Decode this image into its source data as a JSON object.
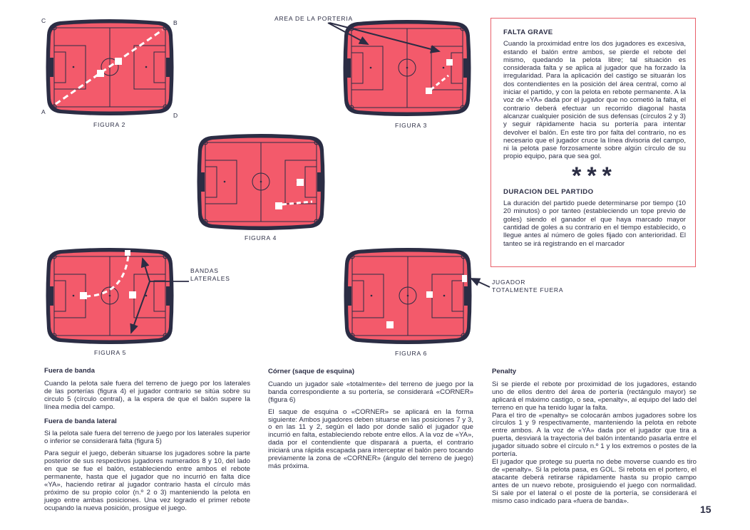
{
  "figures": {
    "fig2": {
      "caption": "FIGURA 2",
      "corners": {
        "a": "A",
        "b": "B",
        "c": "C",
        "d": "D"
      }
    },
    "fig3": {
      "caption": "FIGURA 3"
    },
    "fig4": {
      "caption": "FIGURA 4"
    },
    "fig5": {
      "caption": "FIGURA 5"
    },
    "fig6": {
      "caption": "FIGURA 6"
    }
  },
  "labels": {
    "area_porteria": "AREA DE LA PORTERIA",
    "bandas_1": "BANDAS",
    "bandas_2": "LATERALES",
    "jugador_1": "JUGADOR",
    "jugador_2": "TOTALMENTE FUERA"
  },
  "colors": {
    "field": "#f35a6b",
    "frame": "#2b2d44",
    "box_border": "#e8606a"
  },
  "box": {
    "falta_title": "FALTA GRAVE",
    "falta_text": "Cuando la proximidad entre los dos jugadores es excesiva, estando el balón entre ambos, se pierde el rebote del mismo, quedando la pelota libre; tal situación es considerada falta y se aplica al jugador que ha forzado la irregularidad. Para la aplicación del castigo se situarán los dos contendientes en la posición del área central, como al iniciar el partido, y con la pelota en rebote permanente. A la voz de «YA» dada por el jugador que no cometió la falta, el contrario deberá efectuar un recorrido diagonal hasta alcanzar cualquier posición de sus defensas (círculos 2 y 3) y seguir rápidamente hacia su portería para intentar devolver el balón. En este tiro por falta del contrario, no es necesario que el jugador cruce la línea divisoria del campo, ni la pelota pase forzosamente sobre algún círculo de su propio equipo, para que sea gol.",
    "separator": "***",
    "duracion_title": "DURACION DEL PARTIDO",
    "duracion_text": "La duración del partido puede determinarse por tiempo (10 20 minutos) o por tanteo (estableciendo un tope previo de goles) siendo el ganador el que haya marcado mayor cantidad de goles a su contrario en el tiempo establecido, o llegue antes al número de goles fijado con anterioridad. El tanteo se irá registrando en el marcador"
  },
  "col1": {
    "banda_title": "Fuera de banda",
    "banda_text": "Cuando la pelota sale fuera del terreno de juego por los laterales de las porterías (figura 4) el jugador contrario se sitúa sobre su circulo 5 (círculo central), a la espera de que el balón supere la línea media del campo.",
    "lateral_title": "Fuera de banda lateral",
    "lateral_text1": "Si la pelota sale fuera del terreno de juego por los laterales superior o inferior se considerará falta (figura 5)",
    "lateral_text2": "Para seguir el juego, deberán situarse los jugadores sobre la parte posterior de sus respectivos jugadores numerados 8 y 10, del lado en que se fue el balón, estableciendo entre ambos el rebote permanente, hasta que el jugador que no incurrió en falta dice «YA», haciendo retirar al jugador contrario hasta el círculo más próximo de su propio color (n.º 2 o 3) manteniendo la pelota en juego entre ambas posiciones. Una vez logrado el primer rebote ocupando la nueva posición, prosigue el juego."
  },
  "col2": {
    "corner_title": "Córner (saque de esquina)",
    "corner_text1": "Cuando un jugador sale «totalmente» del terreno de juego por la banda correspondiente a su portería, se considerará «CORNER» (figura 6)",
    "corner_text2": "El saque de esquina o «CORNER» se aplicará en la forma siguiente: Ambos jugadores deben situarse en las posiciones 7 y 3, o en las 11 y 2, según el lado por donde salió el jugador que incurrió en falta, estableciendo rebote entre ellos. A la voz de «YA», dada por el contendiente que disparará a puerta, el contrario iniciará una rápida escapada para interceptar el balón pero tocando previamente la zona de «CORNER» (ángulo del terreno de juego) más próxima."
  },
  "col3": {
    "penalty_title": "Penalty",
    "penalty_text1": "Si se pierde el rebote por proximidad de los jugadores, estando uno de ellos dentro del área de portería (rectángulo mayor) se aplicará el máximo castigo, o sea, «penalty», al equipo del lado del terreno en que ha tenido lugar la falta.",
    "penalty_text2": "Para el tiro de «penalty» se colocarán ambos jugadores sobre los círculos 1 y 9 respectivamente, manteniendo la pelota en rebote entre ambos. A la voz de «YA» dada por el jugador que tira a puerta, desviará la trayectoria del balón intentando pasarla entre el jugador situado sobre el círculo n.º 1 y los extremos o postes de la portería.",
    "penalty_text3": "El jugador que protege su puerta no debe moverse cuando es tiro de «penalty». Si la pelota pasa, es GOL. Si rebota en el portero, el atacante deberá retirarse rápidamente hasta su propio campo antes de un nuevo rebote, prosiguiendo el juego con normalidad. Si sale por el lateral o el poste de la portería, se considerará el mismo caso indicado para «fuera de banda»."
  },
  "page_number": "15"
}
